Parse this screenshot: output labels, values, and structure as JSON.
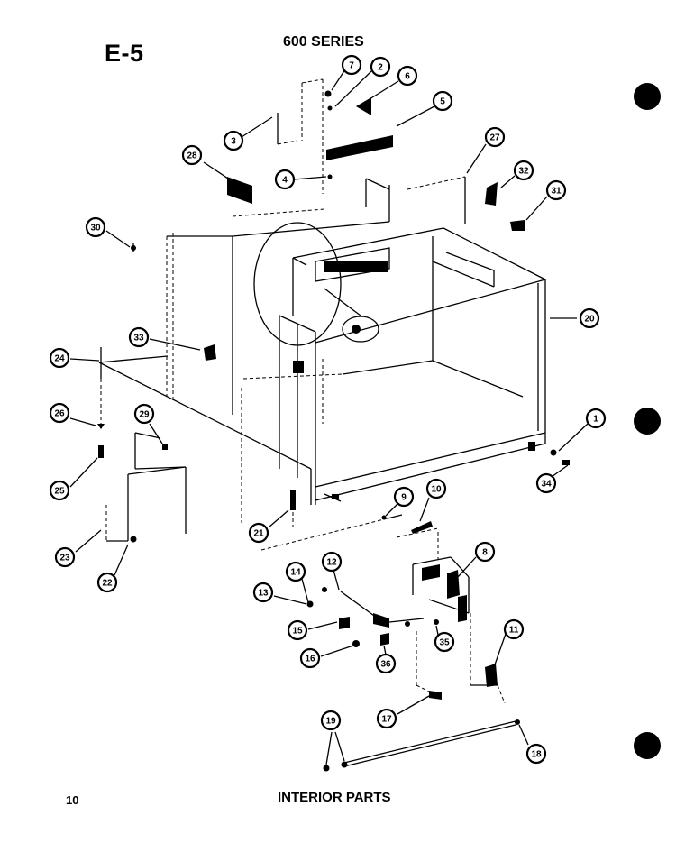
{
  "header": {
    "page_label": "E-5",
    "series": "600 SERIES"
  },
  "footer": {
    "page_number": "10",
    "title": "INTERIOR PARTS"
  },
  "callouts": [
    {
      "id": "c7",
      "label": "7"
    },
    {
      "id": "c2",
      "label": "2"
    },
    {
      "id": "c6",
      "label": "6"
    },
    {
      "id": "c5",
      "label": "5"
    },
    {
      "id": "c3",
      "label": "3"
    },
    {
      "id": "c28",
      "label": "28"
    },
    {
      "id": "c4",
      "label": "4"
    },
    {
      "id": "c27",
      "label": "27"
    },
    {
      "id": "c32",
      "label": "32"
    },
    {
      "id": "c31",
      "label": "31"
    },
    {
      "id": "c30",
      "label": "30"
    },
    {
      "id": "c20",
      "label": "20"
    },
    {
      "id": "c33",
      "label": "33"
    },
    {
      "id": "c24",
      "label": "24"
    },
    {
      "id": "c26",
      "label": "26"
    },
    {
      "id": "c29",
      "label": "29"
    },
    {
      "id": "c1",
      "label": "1"
    },
    {
      "id": "c34",
      "label": "34"
    },
    {
      "id": "c25",
      "label": "25"
    },
    {
      "id": "c9",
      "label": "9"
    },
    {
      "id": "c10",
      "label": "10"
    },
    {
      "id": "c23",
      "label": "23"
    },
    {
      "id": "c21",
      "label": "21"
    },
    {
      "id": "c22",
      "label": "22"
    },
    {
      "id": "c8",
      "label": "8"
    },
    {
      "id": "c14",
      "label": "14"
    },
    {
      "id": "c12",
      "label": "12"
    },
    {
      "id": "c13",
      "label": "13"
    },
    {
      "id": "c15",
      "label": "15"
    },
    {
      "id": "c35",
      "label": "35"
    },
    {
      "id": "c16",
      "label": "16"
    },
    {
      "id": "c36",
      "label": "36"
    },
    {
      "id": "c11",
      "label": "11"
    },
    {
      "id": "c17",
      "label": "17"
    },
    {
      "id": "c19",
      "label": "19"
    },
    {
      "id": "c18",
      "label": "18"
    }
  ]
}
